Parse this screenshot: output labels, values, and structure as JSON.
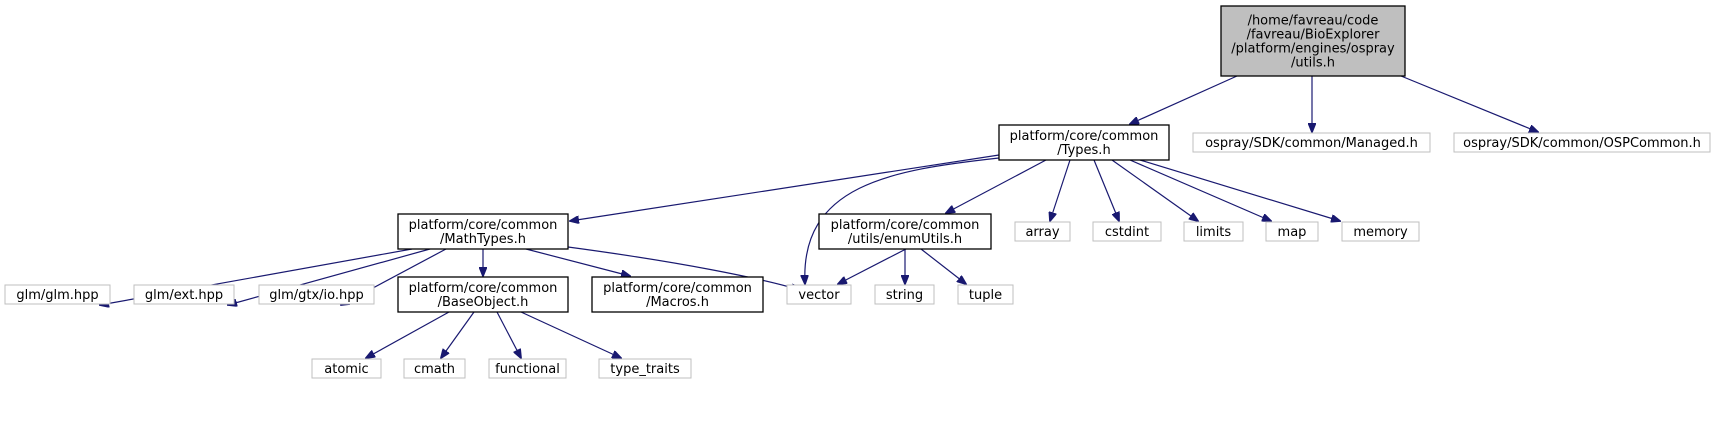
{
  "colors": {
    "edge": "#191970",
    "focus_fill": "#bfbfbf",
    "node_border": "#000000",
    "external_border": "#bfbfbf",
    "background": "#ffffff"
  },
  "nodes": [
    {
      "id": "utils_h",
      "kind": "focus",
      "lines": [
        "/home/favreau/code",
        "/favreau/BioExplorer",
        "/platform/engines/ospray",
        "/utils.h"
      ]
    },
    {
      "id": "types_h",
      "kind": "internal",
      "lines": [
        "platform/core/common",
        "/Types.h"
      ]
    },
    {
      "id": "managed_h",
      "kind": "external",
      "lines": [
        "ospray/SDK/common/Managed.h"
      ]
    },
    {
      "id": "ospcommon_h",
      "kind": "external",
      "lines": [
        "ospray/SDK/common/OSPCommon.h"
      ]
    },
    {
      "id": "mathtypes_h",
      "kind": "internal",
      "lines": [
        "platform/core/common",
        "/MathTypes.h"
      ]
    },
    {
      "id": "enumutils_h",
      "kind": "internal",
      "lines": [
        "platform/core/common",
        "/utils/enumUtils.h"
      ]
    },
    {
      "id": "array",
      "kind": "external",
      "lines": [
        "array"
      ]
    },
    {
      "id": "cstdint",
      "kind": "external",
      "lines": [
        "cstdint"
      ]
    },
    {
      "id": "limits",
      "kind": "external",
      "lines": [
        "limits"
      ]
    },
    {
      "id": "map",
      "kind": "external",
      "lines": [
        "map"
      ]
    },
    {
      "id": "memory",
      "kind": "external",
      "lines": [
        "memory"
      ]
    },
    {
      "id": "glm_hpp",
      "kind": "external",
      "lines": [
        "glm/glm.hpp"
      ]
    },
    {
      "id": "ext_hpp",
      "kind": "external",
      "lines": [
        "glm/ext.hpp"
      ]
    },
    {
      "id": "io_hpp",
      "kind": "external",
      "lines": [
        "glm/gtx/io.hpp"
      ]
    },
    {
      "id": "baseobject_h",
      "kind": "internal",
      "lines": [
        "platform/core/common",
        "/BaseObject.h"
      ]
    },
    {
      "id": "macros_h",
      "kind": "internal",
      "lines": [
        "platform/core/common",
        "/Macros.h"
      ]
    },
    {
      "id": "vector",
      "kind": "external",
      "lines": [
        "vector"
      ]
    },
    {
      "id": "string",
      "kind": "external",
      "lines": [
        "string"
      ]
    },
    {
      "id": "tuple",
      "kind": "external",
      "lines": [
        "tuple"
      ]
    },
    {
      "id": "atomic",
      "kind": "external",
      "lines": [
        "atomic"
      ]
    },
    {
      "id": "cmath",
      "kind": "external",
      "lines": [
        "cmath"
      ]
    },
    {
      "id": "functional",
      "kind": "external",
      "lines": [
        "functional"
      ]
    },
    {
      "id": "type_traits",
      "kind": "external",
      "lines": [
        "type_traits"
      ]
    }
  ],
  "edges": [
    {
      "from": "utils_h",
      "to": "types_h"
    },
    {
      "from": "utils_h",
      "to": "managed_h"
    },
    {
      "from": "utils_h",
      "to": "ospcommon_h"
    },
    {
      "from": "types_h",
      "to": "mathtypes_h"
    },
    {
      "from": "types_h",
      "to": "vector"
    },
    {
      "from": "types_h",
      "to": "enumutils_h"
    },
    {
      "from": "types_h",
      "to": "array"
    },
    {
      "from": "types_h",
      "to": "cstdint"
    },
    {
      "from": "types_h",
      "to": "limits"
    },
    {
      "from": "types_h",
      "to": "map"
    },
    {
      "from": "types_h",
      "to": "memory"
    },
    {
      "from": "mathtypes_h",
      "to": "glm_hpp"
    },
    {
      "from": "mathtypes_h",
      "to": "ext_hpp"
    },
    {
      "from": "mathtypes_h",
      "to": "io_hpp"
    },
    {
      "from": "mathtypes_h",
      "to": "baseobject_h"
    },
    {
      "from": "mathtypes_h",
      "to": "macros_h"
    },
    {
      "from": "mathtypes_h",
      "to": "vector"
    },
    {
      "from": "enumutils_h",
      "to": "vector"
    },
    {
      "from": "enumutils_h",
      "to": "string"
    },
    {
      "from": "enumutils_h",
      "to": "tuple"
    },
    {
      "from": "baseobject_h",
      "to": "atomic"
    },
    {
      "from": "baseobject_h",
      "to": "cmath"
    },
    {
      "from": "baseobject_h",
      "to": "functional"
    },
    {
      "from": "baseobject_h",
      "to": "type_traits"
    }
  ]
}
